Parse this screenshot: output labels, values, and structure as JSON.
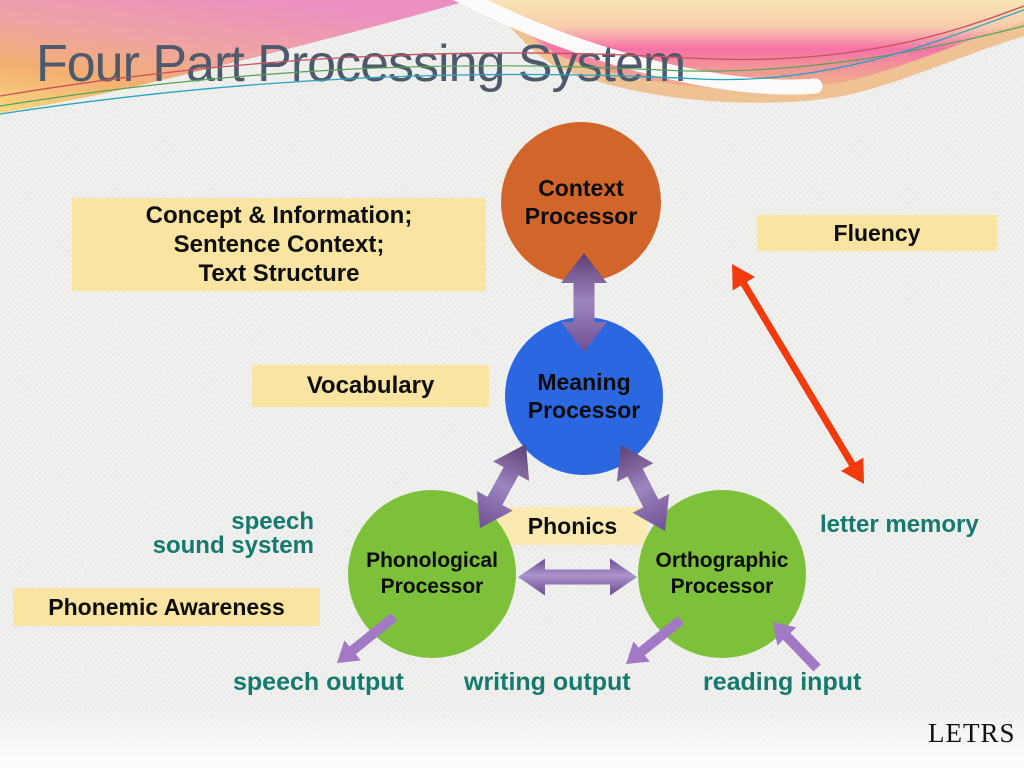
{
  "title": "Four Part Processing System",
  "footer": {
    "logo": "LETRS"
  },
  "nodes": {
    "context": {
      "line1": "Context",
      "line2": "Processor"
    },
    "meaning": {
      "line1": "Meaning",
      "line2": "Processor"
    },
    "phonological": {
      "line1": "Phonological",
      "line2": "Processor"
    },
    "orthographic": {
      "line1": "Orthographic",
      "line2": "Processor"
    }
  },
  "boxes": {
    "concept": {
      "line1": "Concept & Information;",
      "line2": "Sentence Context;",
      "line3": "Text Structure"
    },
    "fluency": "Fluency",
    "vocabulary": "Vocabulary",
    "phonics": "Phonics",
    "phonemic_awareness": "Phonemic Awareness"
  },
  "annotations": {
    "speech_sound_line1": "speech",
    "speech_sound_line2": "sound system",
    "letter_memory": "letter memory",
    "speech_output": "speech output",
    "writing_output": "writing output",
    "reading_input": "reading input"
  },
  "colors": {
    "context_circle": "#d2662a",
    "meaning_circle": "#2a67e0",
    "green_circle": "#7dc03a",
    "label_box_yellow": "#f9e4a1",
    "teal_text": "#15796d",
    "title_text": "#4d5a6b",
    "purple_arrow": "#7c5da3",
    "red_arrow": "#f23a0d"
  }
}
